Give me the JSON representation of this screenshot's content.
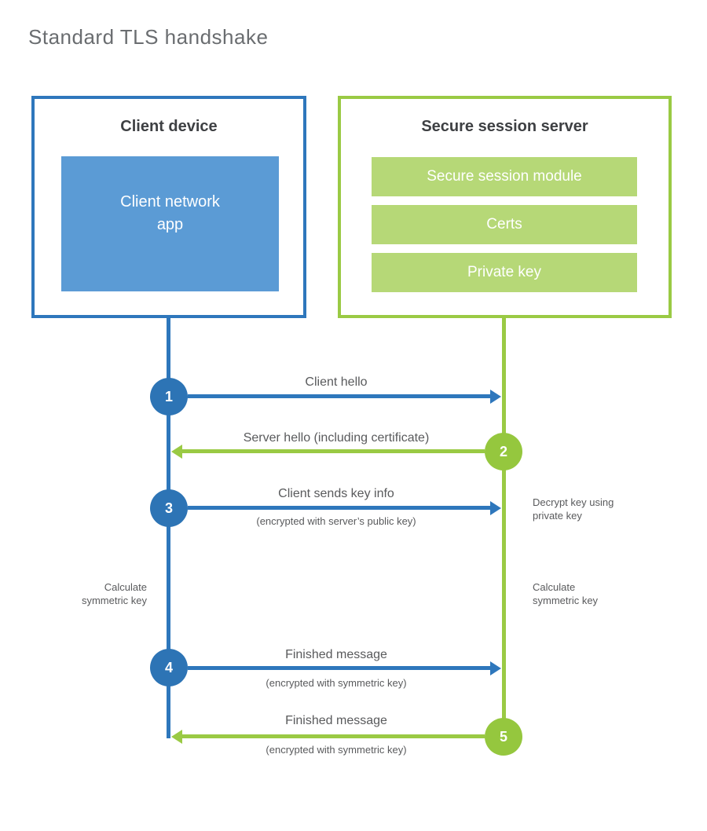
{
  "title": "Standard TLS handshake",
  "colors": {
    "blue_line": "#2e77bc",
    "blue_fill": "#5b9bd5",
    "blue_circle": "#2d74b5",
    "green_line": "#9aca44",
    "green_fill": "#b6d877",
    "green_circle": "#95c73e",
    "label_gray": "#595a5c",
    "title_gray": "#6a6d70",
    "heading_dark": "#3e4043"
  },
  "client": {
    "title": "Client device",
    "app_label": "Client network\napp"
  },
  "server": {
    "title": "Secure session server",
    "modules": [
      {
        "label": "Secure session module"
      },
      {
        "label": "Certs"
      },
      {
        "label": "Private key"
      }
    ]
  },
  "messages": [
    {
      "step": "1",
      "from": "client",
      "direction": "right",
      "label": "Client hello",
      "sublabel": ""
    },
    {
      "step": "2",
      "from": "server",
      "direction": "left",
      "label": "Server hello (including certificate)",
      "sublabel": ""
    },
    {
      "step": "3",
      "from": "client",
      "direction": "right",
      "label": "Client sends key info",
      "sublabel": "(encrypted with server’s public key)"
    },
    {
      "step": "4",
      "from": "client",
      "direction": "right",
      "label": "Finished message",
      "sublabel": "(encrypted with symmetric key)"
    },
    {
      "step": "5",
      "from": "server",
      "direction": "left",
      "label": "Finished message",
      "sublabel": "(encrypted with symmetric key)"
    }
  ],
  "annotations": {
    "decrypt_note": "Decrypt key using\nprivate key",
    "calc_left": "Calculate\nsymmetric key",
    "calc_right": "Calculate\nsymmetric key"
  }
}
